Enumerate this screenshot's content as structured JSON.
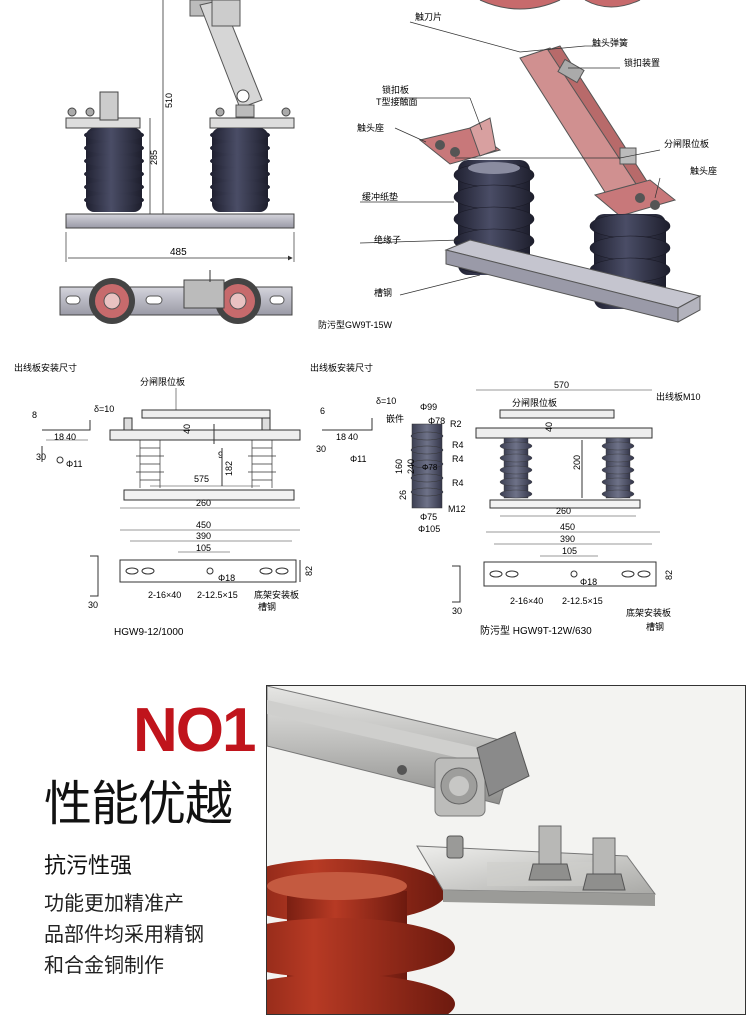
{
  "top_diagram": {
    "dim_485": "485",
    "dim_510": "510",
    "dim_285": "285"
  },
  "gw9t": {
    "labels": {
      "blade": "触刀片",
      "contact_spring": "触头弹簧",
      "latch_device": "锁扣装置",
      "latch_plate": "锁扣板",
      "t_contact": "T型接触面",
      "contact_base": "触头座",
      "open_limit_plate": "分闸限位板",
      "contact_base_right": "触头座",
      "buffer_pad": "缓冲纸垫",
      "insulator": "绝缘子",
      "channel_steel": "槽钢"
    },
    "model": "防污型GW9T-15W"
  },
  "hgw9": {
    "caption": "出线板安装尺寸",
    "open_limit_plate": "分闸限位板",
    "delta": "δ=10",
    "dims": {
      "d8": "8",
      "d18": "18",
      "d40a": "40",
      "d30": "30",
      "d9": "9",
      "phi11": "Φ11",
      "d40b": "40",
      "d182": "182",
      "d575": "575",
      "d260": "260",
      "d450": "450",
      "d390": "390",
      "d105": "105",
      "phi18": "Φ18",
      "d82": "82",
      "d30b": "30"
    },
    "holes_a": "2-16×40",
    "holes_b": "2-12.5×15",
    "base_plate": "底架安装板",
    "channel": "槽钢",
    "model": "HGW9-12/1000"
  },
  "hgw9t": {
    "caption": "出线板安装尺寸",
    "delta": "δ=10",
    "insert": "嵌件",
    "open_limit_plate": "分闸限位板",
    "outlet_plate": "出线板M10",
    "dims": {
      "d6": "6",
      "d18": "18",
      "d40": "40",
      "d30": "30",
      "phi11": "Φ11",
      "phi99": "Φ99",
      "phi78": "Φ78",
      "r2": "R2",
      "r4a": "R4",
      "r4b": "R4",
      "r4c": "R4",
      "d160": "160",
      "d240": "240",
      "d26": "26",
      "m12": "M12",
      "phi75": "Φ75",
      "phi105": "Φ105",
      "d570": "570",
      "d40b": "40",
      "d200": "200",
      "d260": "260",
      "d450": "450",
      "d390": "390",
      "d105": "105",
      "phi18": "Φ18",
      "d82": "82",
      "d30b": "30"
    },
    "holes_a": "2-16×40",
    "holes_b": "2-12.5×15",
    "base_plate": "底架安装板",
    "channel": "槽钢",
    "model": "防污型 HGW9T-12W/630"
  },
  "promo": {
    "badge": "NO1",
    "headline": "性能优越",
    "subheadline": "抗污性强",
    "description_lines": [
      "功能更加精准产",
      "品部件均采用精钢",
      "和合金铜制作"
    ]
  },
  "colors": {
    "accent_red": "#c0141c",
    "insulator_dark": "#2f3144",
    "insulator_red": "#a8331f",
    "copper": "#c8787a"
  }
}
